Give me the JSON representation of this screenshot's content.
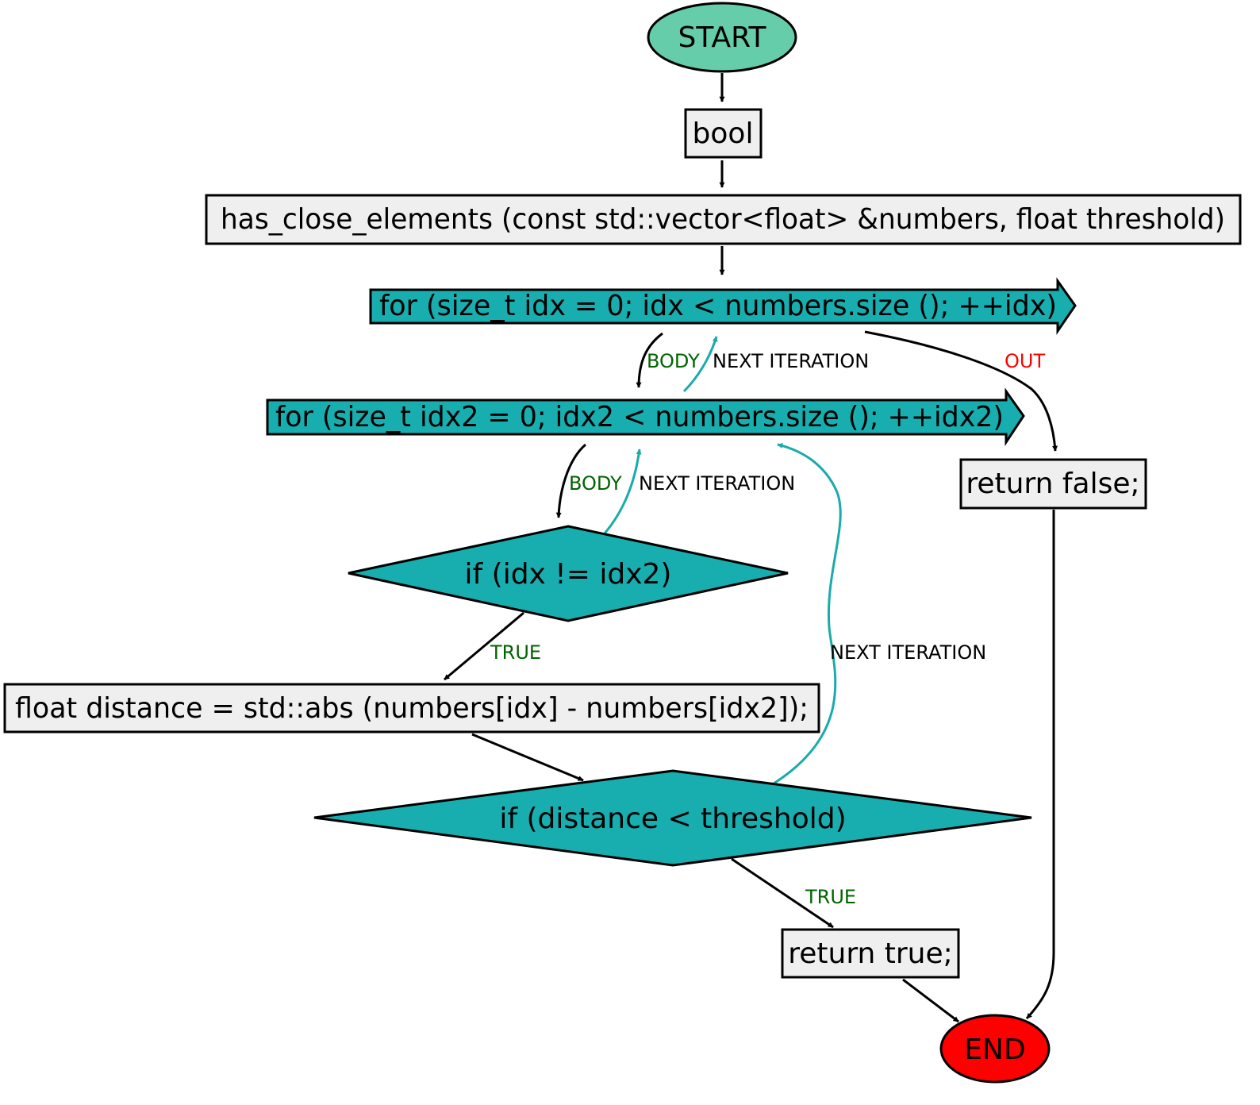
{
  "colors": {
    "start": "#66cdaa",
    "end": "#ff0000",
    "process": "#efefef",
    "loop": "#18aeb0",
    "decision": "#18aeb0",
    "edge_default": "#000000",
    "edge_next": "#1aabab",
    "label_green": "#006400",
    "label_red": "#ff0000",
    "label_black": "#000000"
  },
  "nodes": {
    "start": "START",
    "bool": "bool",
    "signature": "has_close_elements (const std::vector<float> &numbers, float threshold)",
    "loop_outer": "for (size_t idx = 0; idx < numbers.size (); ++idx)",
    "loop_inner": "for (size_t idx2 = 0; idx2 < numbers.size (); ++idx2)",
    "if_idx": "if (idx != idx2)",
    "distance": "float distance = std::abs (numbers[idx] - numbers[idx2]);",
    "if_threshold": "if (distance < threshold)",
    "return_false": "return false;",
    "return_true": "return true;",
    "end": "END"
  },
  "edge_labels": {
    "body_outer": "BODY",
    "next_outer": "NEXT ITERATION",
    "out": "OUT",
    "body_inner": "BODY",
    "next_inner": "NEXT ITERATION",
    "true_idx": "TRUE",
    "next_threshold": "NEXT ITERATION",
    "true_threshold": "TRUE"
  }
}
